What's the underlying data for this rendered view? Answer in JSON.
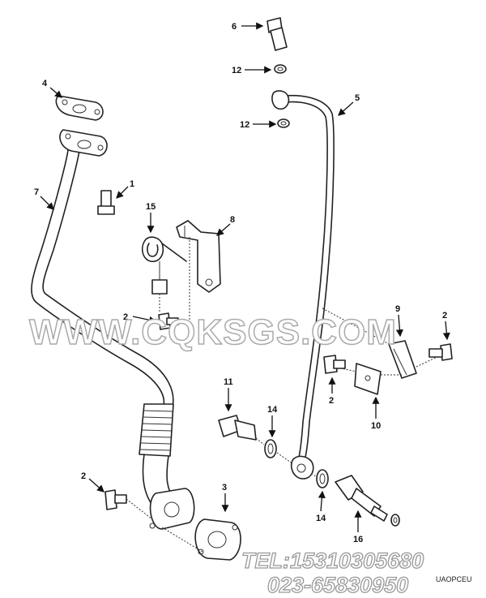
{
  "callouts": {
    "c1": "1",
    "c2a": "2",
    "c2b": "2",
    "c2c": "2",
    "c2d": "2",
    "c3": "3",
    "c4": "4",
    "c5": "5",
    "c6": "6",
    "c7": "7",
    "c8": "8",
    "c9": "9",
    "c10": "10",
    "c11": "11",
    "c12a": "12",
    "c12b": "12",
    "c14a": "14",
    "c14b": "14",
    "c15": "15",
    "c16": "16"
  },
  "watermark": "WWW.CQKSGS.COM",
  "contact": {
    "phone": "TEL:15310305680",
    "landline": "023-65830950"
  },
  "drawing_code": "UAOPCEU"
}
